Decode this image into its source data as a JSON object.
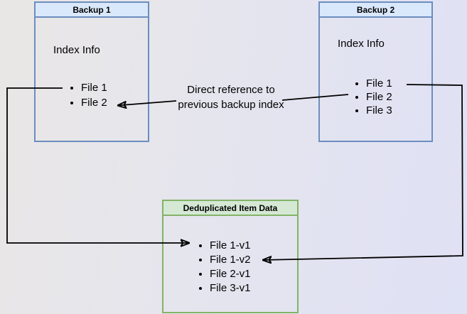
{
  "diagram": {
    "backup1": {
      "title": "Backup 1",
      "body_label": "Index Info",
      "items": [
        "File 1",
        "File 2"
      ]
    },
    "backup2": {
      "title": "Backup 2",
      "body_label": "Index Info",
      "items": [
        "File 1",
        "File 2",
        "File 3"
      ]
    },
    "dedup": {
      "title": "Deduplicated Item Data",
      "items": [
        "File 1-v1",
        "File 1-v2",
        "File 2-v1",
        "File 3-v1"
      ]
    },
    "edge_label": {
      "line1": "Direct reference to",
      "line2": "previous backup index"
    },
    "colors": {
      "blue_header_fill": "#dae8fc",
      "blue_border": "#6c8ebf",
      "green_header_fill": "#d5e8d4",
      "green_border": "#82b366",
      "arrow": "#000000"
    }
  }
}
